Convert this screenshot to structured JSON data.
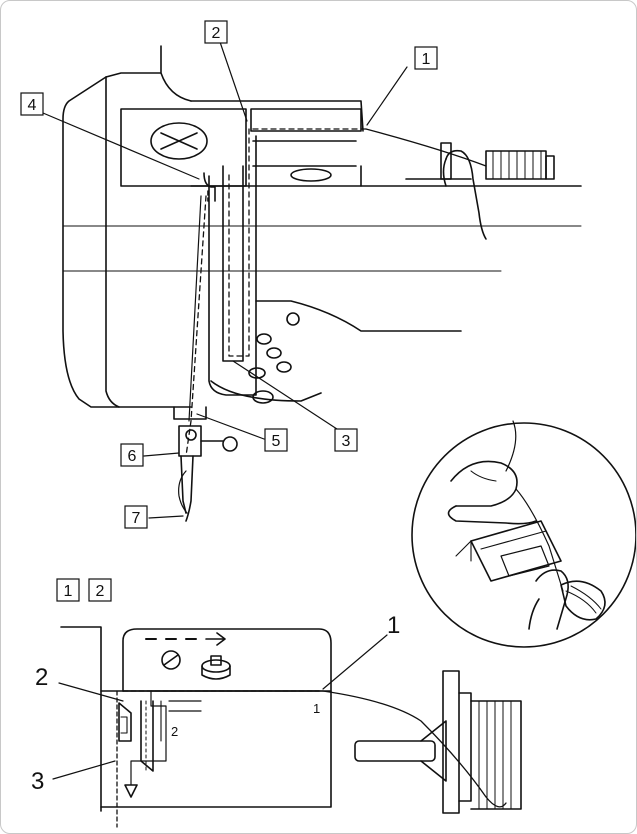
{
  "callouts_main": [
    "1",
    "2",
    "3",
    "4",
    "5",
    "6",
    "7"
  ],
  "detail_heading": [
    "1",
    "2"
  ],
  "detail_callouts": [
    "1",
    "2",
    "3"
  ],
  "detail_inner_labels": [
    "1",
    "2"
  ],
  "colors": {
    "line": "#111111",
    "paper": "#ffffff",
    "frame": "#c8c8c8"
  }
}
